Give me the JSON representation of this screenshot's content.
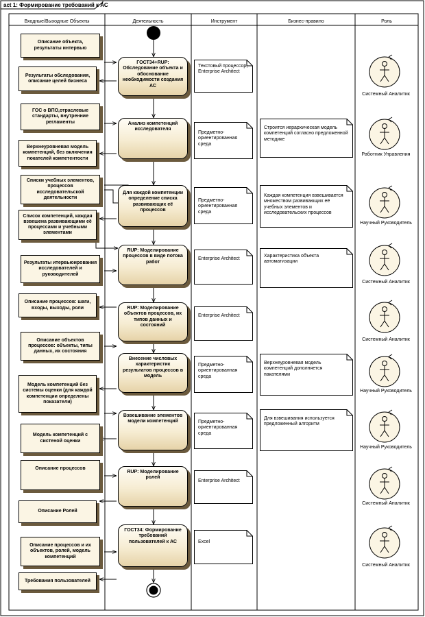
{
  "diagram": {
    "frame_title": "act 1: Формирование требований к АС",
    "lanes": [
      "Входные/Выходные Объекты",
      "Деятельность",
      "Инструмент",
      "Бизнес-правило",
      "Роль"
    ]
  },
  "objects": [
    "Описание объекта, результаты интервью",
    "Результаты обследования, описание  целей бизнеса",
    "ГОС о ВПО,отраслевые стандарты, внутренние регламенты",
    "Верхнеуровневая модель компетенций, без включения покателей компетентости",
    "Списки учебных элементов, процессов исследовательской деятельности",
    "Список компетенций, каждая взвешена развивающими её процессами и учебными элементами",
    "Результаты итервьюирования исследователей и руководителей",
    "Описание процессов: шаги, входы, выходы, роли",
    "Описание объектов процессов: объекты, типы данных, их состояния",
    "Модель компетенций без системы оценки (для каждой компетенции определены показатели)",
    "Модель компетенций с систеной оценки",
    "Описание процессов",
    "Описание Ролей",
    "Описание процессов и их объектов, ролей, модель компетенций",
    "Требования пользователей"
  ],
  "activities": [
    "ГОСТ34+RUP: Обследование объекта и обоснование необходимости создания АС",
    "Анализ компетенций исследователя",
    "Для каждой компетенции определение списка развивающих её процессов",
    "RUP: Моделирование процессов в виде потока работ",
    "RUP: Моделирование объектов процессов, их типов данных и состояний",
    "Внесение числовых характеристик результатов процессов в модель",
    "Взвешивание элементов модели компетенций",
    "RUP: Моделирование ролей",
    "ГОСТ34: Формирование требований пользователей к АС"
  ],
  "tools": [
    "Текстовый процессор, Enterprise Architect",
    "Предметно-ориентированная среда",
    "Предметно-ориентированная среда",
    "Enterprise Architect",
    "Enterprise Architect",
    "Предметно-ориентированная среда",
    "Предметно-ориентированная среда",
    "Enterprise Architect",
    "Excel"
  ],
  "rules": [
    "Строится иерархическая модель компетенций согласно предложенной методике",
    "Каждая компетенция взвешивается множеством развивающих её учебных элементов и исследовательских процессов",
    "Характеристика объекта автоматизации",
    "Верхнеуровневая модель компетенций дополняется пакателями",
    "Для взвешивания используется предложенный алгоритм"
  ],
  "roles": [
    "Системный Аналитик",
    "Работник Управления",
    "Научный Руководитель",
    "Системный Аналитик",
    "Системный Аналитик",
    "Научный Руководитель",
    "Научный Руководитель",
    "Системный Аналитик",
    "Системный Аналитик"
  ],
  "colors": {
    "element_fill": "#fbf5e4",
    "element_shadow": "#6b5a3d",
    "note_fill": "#ffffff",
    "line": "#000000"
  }
}
